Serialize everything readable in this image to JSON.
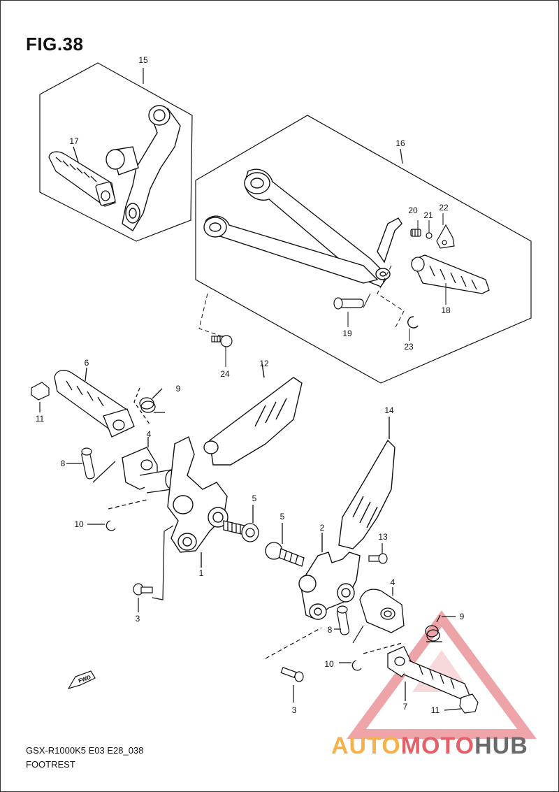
{
  "figure": {
    "title": "FIG.38"
  },
  "footer": {
    "model_code": "GSX-R1000K5 E03 E28_038",
    "section_name": "FOOTREST"
  },
  "arrow": {
    "label": "FWD"
  },
  "watermark": {
    "part1": "AUTO",
    "part2": "MOTO",
    "part3": "HUB",
    "colors": [
      "#f6b24a",
      "#e4616a",
      "#6a6a6a"
    ]
  },
  "callouts": [
    {
      "id": "c15",
      "label": "15"
    },
    {
      "id": "c17",
      "label": "17"
    },
    {
      "id": "c16",
      "label": "16"
    },
    {
      "id": "c20",
      "label": "20"
    },
    {
      "id": "c21",
      "label": "21"
    },
    {
      "id": "c22",
      "label": "22"
    },
    {
      "id": "c18",
      "label": "18"
    },
    {
      "id": "c19",
      "label": "19"
    },
    {
      "id": "c23",
      "label": "23"
    },
    {
      "id": "c24",
      "label": "24"
    },
    {
      "id": "c6",
      "label": "6"
    },
    {
      "id": "c9a",
      "label": "9"
    },
    {
      "id": "c12",
      "label": "12"
    },
    {
      "id": "c11a",
      "label": "11"
    },
    {
      "id": "c4a",
      "label": "4"
    },
    {
      "id": "c8a",
      "label": "8"
    },
    {
      "id": "c14",
      "label": "14"
    },
    {
      "id": "c5a",
      "label": "5"
    },
    {
      "id": "c10a",
      "label": "10"
    },
    {
      "id": "c5b",
      "label": "5"
    },
    {
      "id": "c2",
      "label": "2"
    },
    {
      "id": "c13",
      "label": "13"
    },
    {
      "id": "c1",
      "label": "1"
    },
    {
      "id": "c4b",
      "label": "4"
    },
    {
      "id": "c3a",
      "label": "3"
    },
    {
      "id": "c9b",
      "label": "9"
    },
    {
      "id": "c8b",
      "label": "8"
    },
    {
      "id": "c10b",
      "label": "10"
    },
    {
      "id": "c7",
      "label": "7"
    },
    {
      "id": "c11b",
      "label": "11"
    },
    {
      "id": "c3b",
      "label": "3"
    }
  ]
}
